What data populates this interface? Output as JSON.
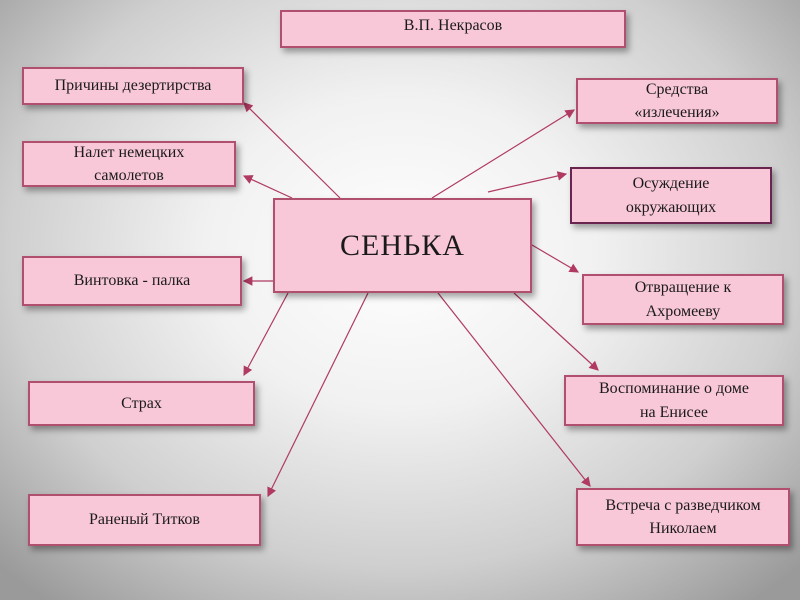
{
  "author": "В.П. Некрасов",
  "center": "СЕНЬКА",
  "left_nodes": [
    "Причины дезертирства",
    "Налет немецких\nсамолетов",
    "Винтовка - палка",
    "Страх",
    "Раненый Титков"
  ],
  "right_nodes": [
    "Средства\n«излечения»",
    "Осуждение\nокружающих",
    "Отвращение к\nАхромееву",
    "Воспоминание о доме\nна Енисее",
    "Встреча с разведчиком\nНиколаем"
  ],
  "colors": {
    "box_fill": "#f9c8d8",
    "box_border": "#b0506e",
    "connector": "#b03a62"
  }
}
